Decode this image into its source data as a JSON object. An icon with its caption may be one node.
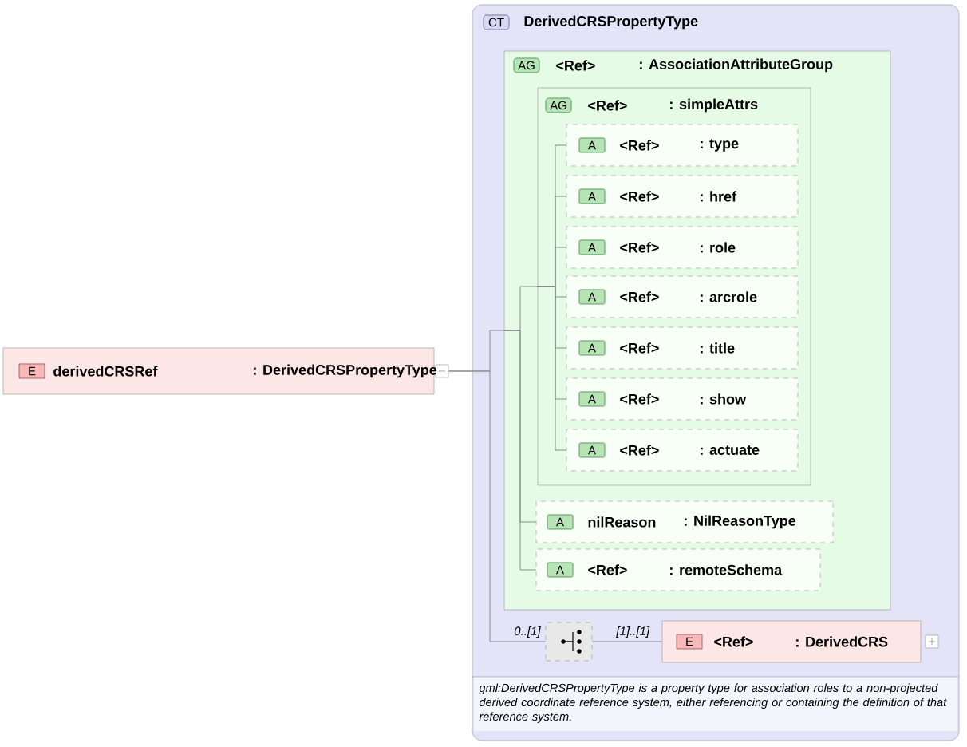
{
  "diagram": {
    "nodes": [
      {
        "text": [
          "E",
          "derivedCRSRef",
          ": DerivedCRSPropertyType"
        ]
      },
      {
        "text": [
          "CT",
          "DerivedCRSPropertyType",
          "gml:DerivedCRSPropertyType is a property type for association roles to a non-projected derived coordinate reference system, either referencing or containing the definition of that reference system."
        ]
      },
      {
        "text": [
          "AG",
          "<Ref>",
          ": AssociationAttributeGroup"
        ],
        "in": 1
      },
      {
        "text": [
          "AG",
          "<Ref>",
          ": simpleAttrs"
        ],
        "in": 2
      },
      {
        "text": [
          "A",
          "<Ref>",
          ": type"
        ],
        "in": 3
      },
      {
        "text": [
          "A",
          "<Ref>",
          ": href"
        ],
        "in": 3
      },
      {
        "text": [
          "A",
          "<Ref>",
          ": role"
        ],
        "in": 3
      },
      {
        "text": [
          "A",
          "<Ref>",
          ": arcrole"
        ],
        "in": 3
      },
      {
        "text": [
          "A",
          "<Ref>",
          ": title"
        ],
        "in": 3
      },
      {
        "text": [
          "A",
          "<Ref>",
          ": show"
        ],
        "in": 3
      },
      {
        "text": [
          "A",
          "<Ref>",
          ": actuate"
        ],
        "in": 3
      },
      {
        "text": [
          "A",
          "nilReason",
          ": NilReasonType"
        ],
        "in": 2
      },
      {
        "text": [
          "A",
          "<Ref>",
          ": remoteSchema"
        ],
        "in": 2
      },
      {
        "text": [],
        "shape": "box",
        "in": 1,
        "beside": [
          "0..[1]"
        ]
      },
      {
        "text": [
          "E",
          "<Ref>",
          ": DerivedCRS"
        ],
        "in": 1,
        "beside": [
          "[1]..[1]"
        ]
      }
    ],
    "edges": [
      {
        "from": 0,
        "to": 2,
        "arrow": "none"
      },
      {
        "from": 0,
        "to": 13,
        "arrow": "none"
      },
      {
        "from": 2,
        "to": 3,
        "arrow": "none"
      },
      {
        "from": 3,
        "to": 4,
        "arrow": "none"
      },
      {
        "from": 3,
        "to": 5,
        "arrow": "none"
      },
      {
        "from": 3,
        "to": 6,
        "arrow": "none"
      },
      {
        "from": 3,
        "to": 7,
        "arrow": "none"
      },
      {
        "from": 3,
        "to": 8,
        "arrow": "none"
      },
      {
        "from": 3,
        "to": 9,
        "arrow": "none"
      },
      {
        "from": 3,
        "to": 10,
        "arrow": "none"
      },
      {
        "from": 2,
        "to": 11,
        "arrow": "none"
      },
      {
        "from": 2,
        "to": 12,
        "arrow": "none"
      },
      {
        "from": 13,
        "to": 14,
        "arrow": "none"
      }
    ]
  }
}
